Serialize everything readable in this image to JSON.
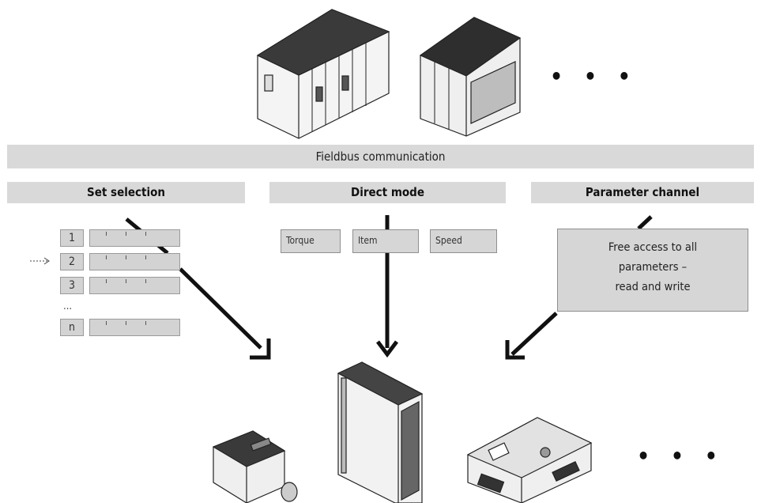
{
  "fieldbus": {
    "label": "Fieldbus communication"
  },
  "modes": [
    {
      "label": "Set selection"
    },
    {
      "label": "Direct mode"
    },
    {
      "label": "Parameter channel"
    }
  ],
  "set_selection": {
    "rows": [
      "1",
      "2",
      "3",
      "n"
    ],
    "ellipsis": "..."
  },
  "direct_mode": {
    "fields": [
      "Torque",
      "Item",
      "Speed"
    ]
  },
  "parameter_channel": {
    "lines": [
      "Free access to all",
      "parameters –",
      "read and write"
    ]
  },
  "more_controllers": "• • •",
  "more_devices": "• • •",
  "icons": {
    "controllers": [
      "plc-rack-icon",
      "compact-plc-icon"
    ],
    "devices": [
      "servo-motor-icon",
      "motor-controller-icon",
      "compact-controller-icon"
    ]
  }
}
